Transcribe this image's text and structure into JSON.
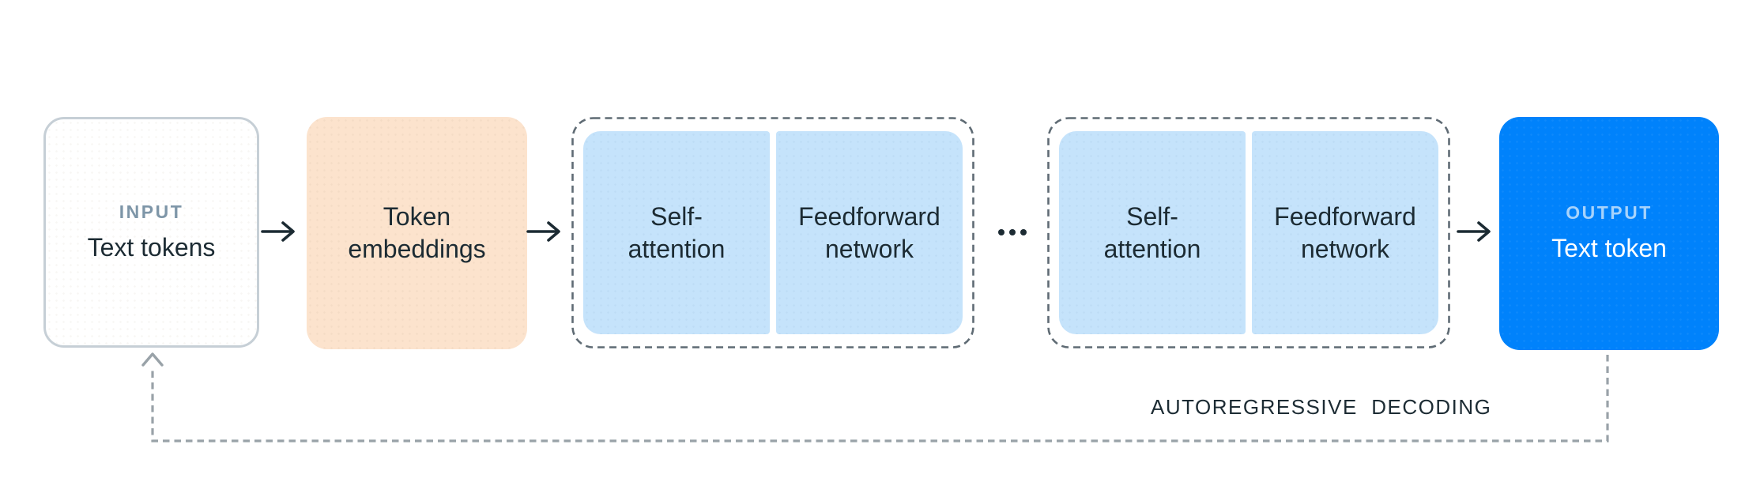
{
  "colors": {
    "canvas_bg": "#ffffff",
    "text_dark": "#1C2B33",
    "muted_label": "#7E96A8",
    "output_label": "#A7D3FB",
    "input_border": "#C6CFD6",
    "embed_fill": "#FCE3CD",
    "layer_fill": "#C5E3FB",
    "output_fill": "#0082FB",
    "dashed_border": "#5F6B74",
    "loop_line": "#99A2A8"
  },
  "input_box": {
    "tag": "INPUT",
    "text": "Text tokens"
  },
  "embedding_box": {
    "text": "Token\nembeddings"
  },
  "blocks": [
    {
      "layers": [
        {
          "text": "Self-\nattention"
        },
        {
          "text": "Feedforward\nnetwork"
        }
      ]
    },
    {
      "layers": [
        {
          "text": "Self-\nattention"
        },
        {
          "text": "Feedforward\nnetwork"
        }
      ]
    }
  ],
  "ellipsis": "...",
  "output_box": {
    "tag": "OUTPUT",
    "text": "Text token"
  },
  "loop": {
    "label": "AUTOREGRESSIVE  DECODING"
  }
}
